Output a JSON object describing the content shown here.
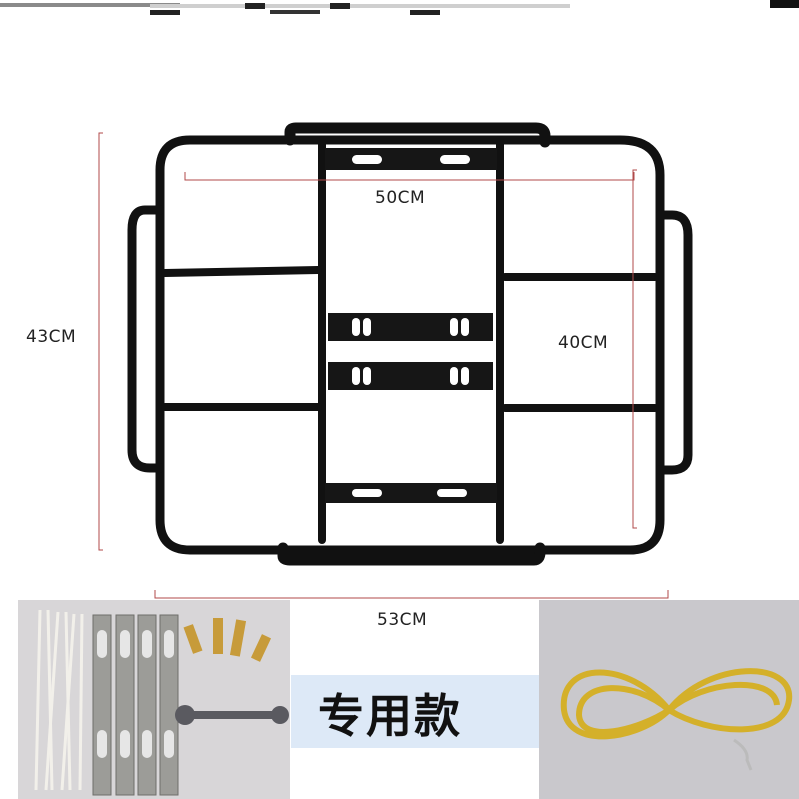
{
  "product": {
    "type": "rear luggage rack",
    "color": "#111111"
  },
  "dimensions": {
    "top_width": "50CM",
    "height_outer": "43CM",
    "height_inner": "40CM",
    "bottom_width": "53CM",
    "line_color": "#b04a4a"
  },
  "accessories": {
    "left_panel": [
      "cable ties",
      "metal brackets",
      "bolts",
      "wrench"
    ],
    "right_panel": [
      "elastic strap with hooks"
    ]
  },
  "badge": {
    "label": "专用款",
    "background": "#dde9f7"
  }
}
